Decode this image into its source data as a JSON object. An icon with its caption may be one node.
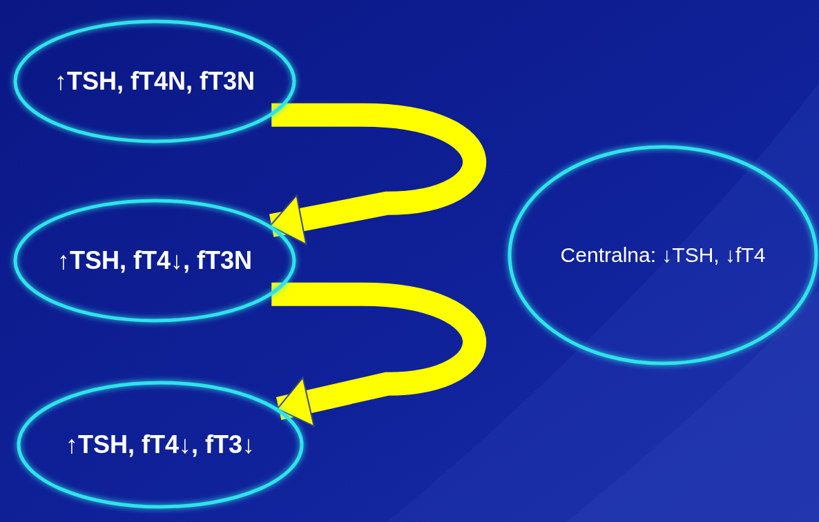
{
  "diagram": {
    "nodes": [
      {
        "text": [
          "↑TSH, fT4N, fT3N"
        ]
      },
      {
        "text": [
          "↑TSH, fT4↓, fT3N"
        ]
      },
      {
        "text": [
          "↑TSH, fT4↓, fT3↓"
        ]
      },
      {
        "text": [
          "Centralna: ↓TSH, ↓fT4"
        ]
      }
    ],
    "edges": [
      {
        "from": 0,
        "to": 1,
        "arrow": "to"
      },
      {
        "from": 1,
        "to": 2,
        "arrow": "to"
      }
    ]
  }
}
